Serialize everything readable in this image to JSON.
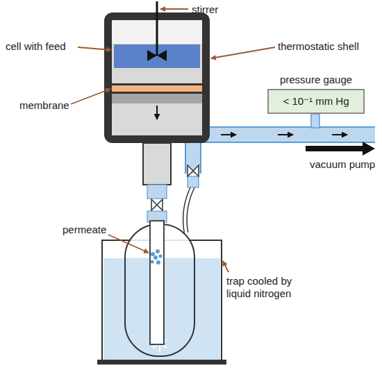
{
  "diagram": {
    "nodes": [
      {
        "text": [
          "pressure gauge",
          "< 10⁻¹ mm Hg"
        ]
      }
    ],
    "labels": [
      "stirrer",
      "cell with feed",
      "thermostatic shell",
      "membrane",
      "vacuum pump",
      "permeate",
      "trap cooled by liquid nitrogen"
    ]
  }
}
